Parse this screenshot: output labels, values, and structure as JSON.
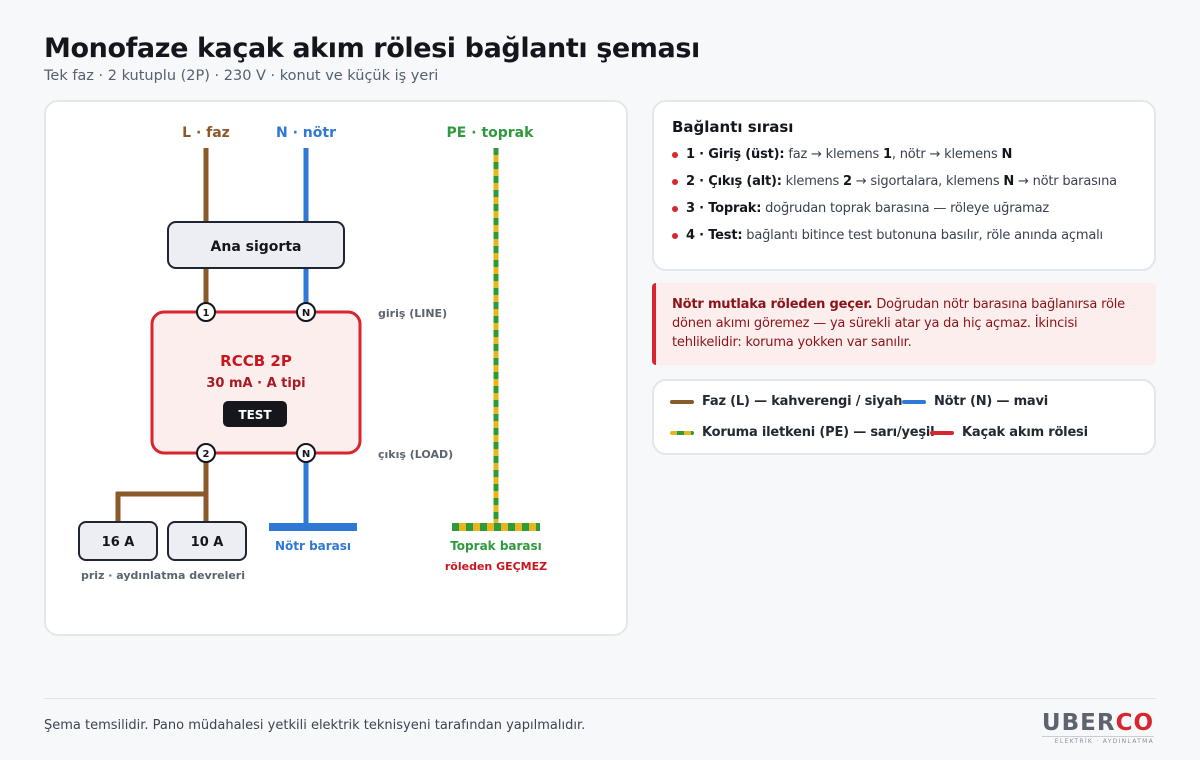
{
  "header": {
    "title": "Monofaze kaçak akım rölesi bağlantı şeması",
    "subtitle": "Tek faz · 2 kutuplu (2P) · 230 V · konut ve küçük iş yeri"
  },
  "diagram": {
    "labels": {
      "line_l": "L · faz",
      "line_n": "N · nötr",
      "line_pe": "PE · toprak",
      "main_fuse": "Ana sigorta",
      "rcd_title": "RCCB 2P",
      "rcd_spec": "30 mA · A tipi",
      "test_button": "TEST",
      "input": "giriş (LINE)",
      "output": "çıkış (LOAD)",
      "terminal_1": "1",
      "terminal_2": "2",
      "terminal_n_in": "N",
      "terminal_n_out": "N",
      "breaker_16": "16 A",
      "breaker_10": "10 A",
      "circuits": "priz · aydınlatma devreleri",
      "neutral_bar": "Nötr barası",
      "earth_bar": "Toprak barası",
      "earth_bypass": "röleden GEÇMEZ"
    }
  },
  "steps": {
    "title": "Bağlantı sırası",
    "items": [
      {
        "lead": "1 · Giriş (üst):",
        "t1": " faz → klemens ",
        "b1": "1",
        "t2": ", nötr → klemens ",
        "b2": "N",
        "t3": ""
      },
      {
        "lead": "2 · Çıkış (alt):",
        "t1": " klemens ",
        "b1": "2",
        "t2": " → sigortalara, klemens ",
        "b2": "N",
        "t3": " → nötr barasına"
      },
      {
        "lead": "3 · Toprak:",
        "t1": " doğrudan toprak barasına — röleye uğramaz"
      },
      {
        "lead": "4 · Test:",
        "t1": " bağlantı bitince test butonuna basılır, röle anında açmalı"
      }
    ]
  },
  "warning": {
    "bold": "Nötr mutlaka röleden geçer.",
    "text": " Doğrudan nötr barasına bağlanırsa röle dönen akımı göremez — ya sürekli atar ya da hiç açmaz. İkincisi tehlikelidir: koruma yokken var sanılır."
  },
  "legend": {
    "items": [
      {
        "label": "Faz (L) — kahverengi / siyah",
        "color": "#8b5a2b"
      },
      {
        "label": "Nötr (N) — mavi",
        "color": "#2f78d6"
      },
      {
        "label": "Koruma iletkeni (PE) — sarı/yeşil",
        "color": "#e8b61c"
      },
      {
        "label": "Kaçak akım rölesi",
        "color": "#d9252f"
      }
    ]
  },
  "colors": {
    "phase": "#8b5a2b",
    "neutral": "#2f78d6",
    "earth_yellow": "#e8b61c",
    "earth_green": "#2e9a3c",
    "accent_red": "#d9252f"
  },
  "footer": {
    "note": "Şema temsilidir. Pano müdahalesi yetkili elektrik teknisyeni tarafından yapılmalıdır.",
    "logo_main_a": "UBER",
    "logo_main_b": "CO",
    "logo_sub": "ELEKTRİK · AYDINLATMA"
  }
}
